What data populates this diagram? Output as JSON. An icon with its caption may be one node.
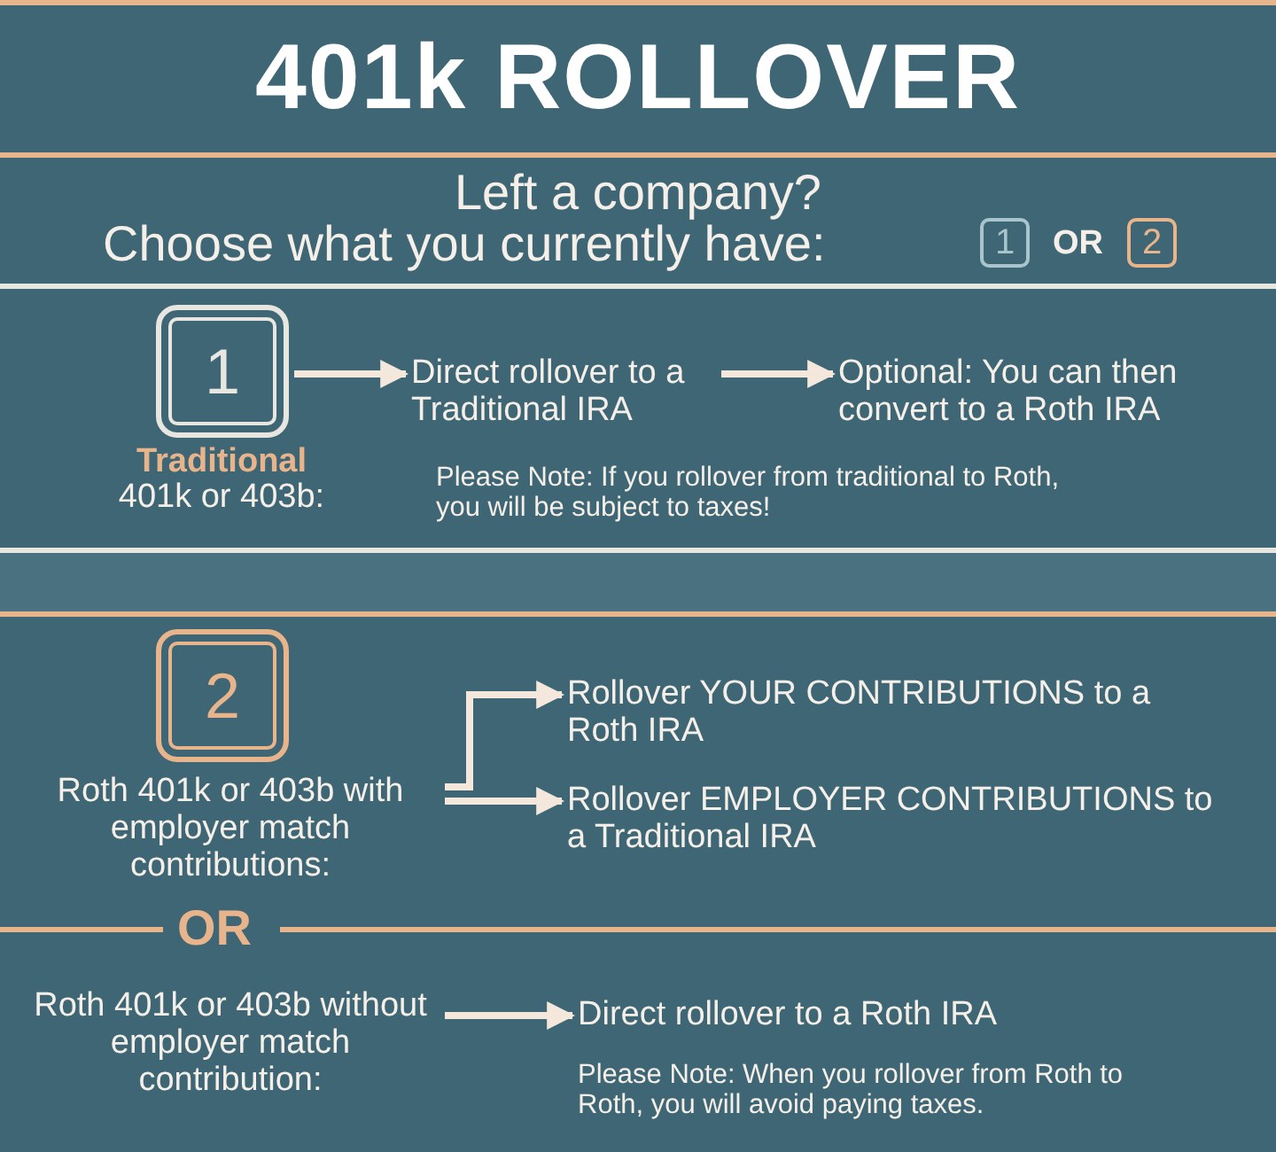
{
  "diagram": {
    "title": "401k ROLLOVER",
    "nodes": [
      {
        "text": [
          "1"
        ],
        "beside": [
          "Traditional",
          "401k or 403b:"
        ]
      },
      {
        "text": [
          "Direct rollover to a Traditional IRA"
        ]
      },
      {
        "text": [
          "Optional: You can then convert to a Roth IRA"
        ]
      },
      {
        "text": [
          "2"
        ]
      },
      {
        "text": [
          "Roth 401k or 403b with employer match contributions:"
        ]
      },
      {
        "text": [
          "Rollover YOUR CONTRIBUTIONS to a Roth IRA"
        ]
      },
      {
        "text": [
          "Rollover EMPLOYER CONTRIBUTIONS to a Traditional IRA"
        ]
      },
      {
        "text": [
          "Roth 401k or 403b without employer match contribution:"
        ]
      },
      {
        "text": [
          "Direct rollover to a Roth IRA"
        ]
      }
    ],
    "edges": [
      {
        "from": 0,
        "to": 1,
        "arrow": "to"
      },
      {
        "from": 1,
        "to": 2,
        "arrow": "to"
      },
      {
        "from": 4,
        "to": 5,
        "arrow": "to"
      },
      {
        "from": 4,
        "to": 6,
        "arrow": "to"
      },
      {
        "from": 7,
        "to": 8,
        "arrow": "to"
      }
    ],
    "labels": [
      "Left a company?",
      "Choose what you currently have:",
      "1",
      "OR",
      "2",
      "Please Note: If you rollover from traditional to Roth, you will be subject to taxes!",
      "OR",
      "Please Note: When you rollover from Roth to Roth, you will avoid paying taxes."
    ]
  }
}
